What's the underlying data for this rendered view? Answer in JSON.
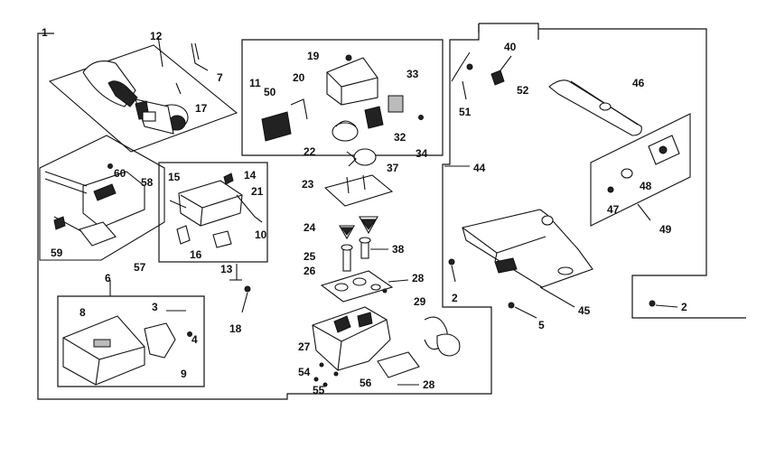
{
  "diagram": {
    "corner_mark": "1",
    "callouts": {
      "c12": "12",
      "c7": "7",
      "c17": "17",
      "c19": "19",
      "c20": "20",
      "c11": "11",
      "c50": "50",
      "c22": "22",
      "c33": "33",
      "c32": "32",
      "c34": "34",
      "c37": "37",
      "c40": "40",
      "c52": "52",
      "c51": "51",
      "c46": "46",
      "c44": "44",
      "c60": "60",
      "c58": "58",
      "c59": "59",
      "c57": "57",
      "c15": "15",
      "c14": "14",
      "c21": "21",
      "c10": "10",
      "c16": "16",
      "c13": "13",
      "c23": "23",
      "c24": "24",
      "c25": "25",
      "c38": "38",
      "c26": "26",
      "c28a": "28",
      "c29": "29",
      "c2a": "2",
      "c5": "5",
      "c45": "45",
      "c2b": "2",
      "c48": "48",
      "c47": "47",
      "c49": "49",
      "c6": "6",
      "c3": "3",
      "c8": "8",
      "c4": "4",
      "c9": "9",
      "c18": "18",
      "c27": "27",
      "c54": "54",
      "c55": "55",
      "c56": "56",
      "c28b": "28"
    }
  }
}
